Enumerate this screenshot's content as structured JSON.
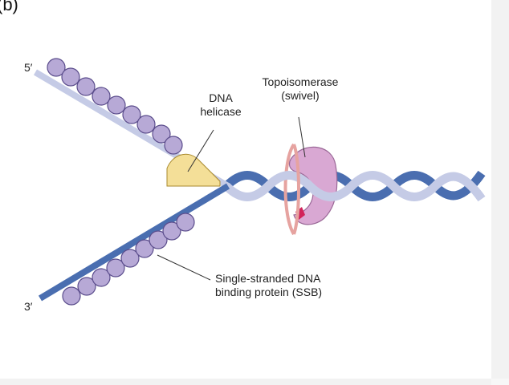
{
  "figure": {
    "panel_label": "(b)",
    "colors": {
      "light_strand": "#c5cbe6",
      "dark_strand": "#4a6eb0",
      "ssb_fill": "#b7a9d6",
      "ssb_stroke": "#5b4d8c",
      "helicase_fill": "#f4df98",
      "helicase_stroke": "#a98a2e",
      "topoisomerase_fill": "#d9a8d3",
      "topoisomerase_stroke": "#9a6897",
      "swivel_ring": "#e6a3a0",
      "active_site": "#d2235a"
    }
  },
  "labels": {
    "five_prime": "5′",
    "three_prime": "3′",
    "helicase_line1": "DNA",
    "helicase_line2": "helicase",
    "topo_line1": "Topoisomerase",
    "topo_line2": "(swivel)",
    "ssb_line1": "Single-stranded DNA",
    "ssb_line2": "binding protein (SSB)"
  }
}
